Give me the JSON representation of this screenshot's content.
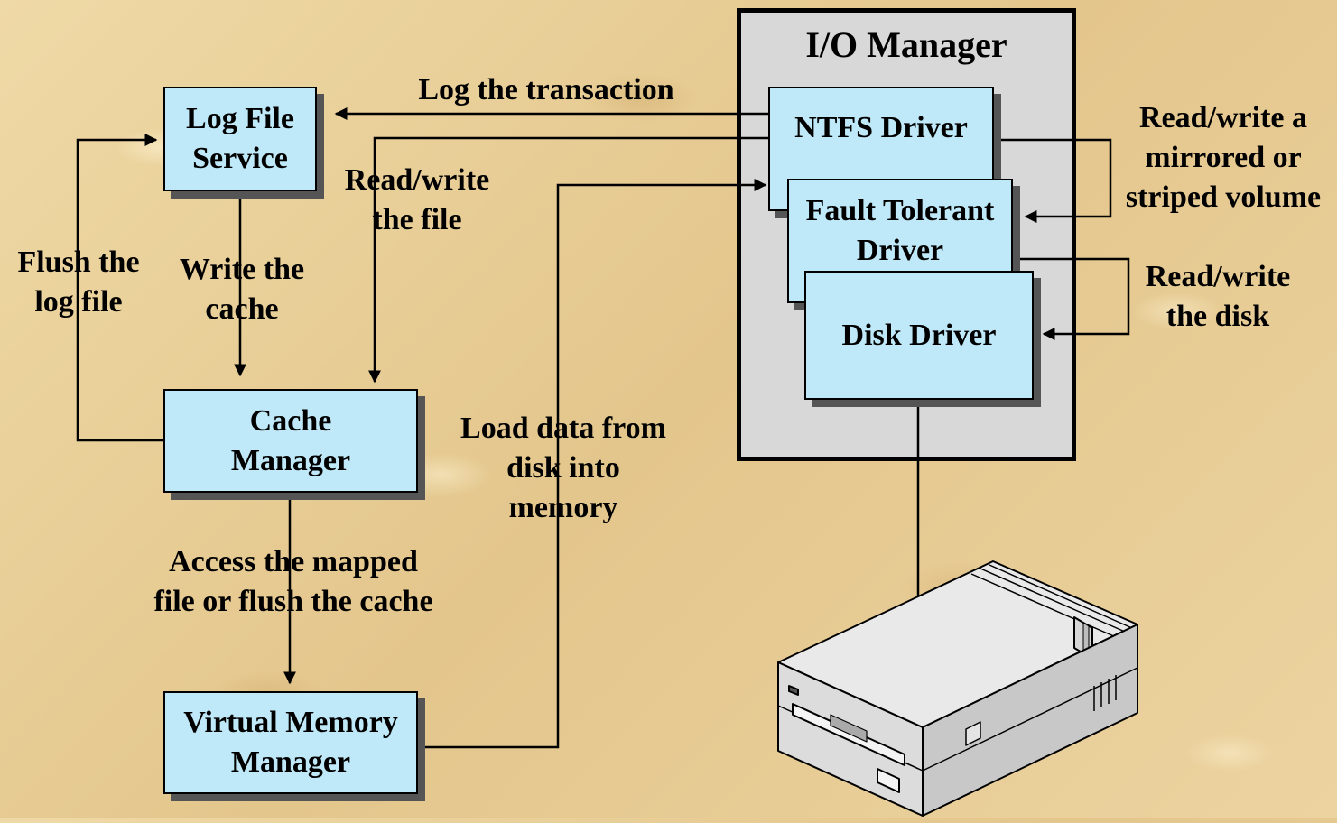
{
  "io_manager": {
    "title": "I/O Manager"
  },
  "components": {
    "log_file_service": {
      "line1": "Log File",
      "line2": "Service"
    },
    "cache_manager": {
      "line1": "Cache",
      "line2": "Manager"
    },
    "virtual_memory_manager": {
      "line1": "Virtual Memory",
      "line2": "Manager"
    },
    "ntfs_driver": {
      "label": "NTFS Driver"
    },
    "fault_tolerant_driver": {
      "line1": "Fault Tolerant",
      "line2": "Driver"
    },
    "disk_driver": {
      "label": "Disk Driver"
    }
  },
  "labels": {
    "log_transaction": "Log the transaction",
    "read_write_file": {
      "line1": "Read/write",
      "line2": "the file"
    },
    "flush_log": {
      "line1": "Flush the",
      "line2": "log file"
    },
    "write_cache": {
      "line1": "Write the",
      "line2": "cache"
    },
    "access_mapped": {
      "line1": "Access the mapped",
      "line2": "file or flush the cache"
    },
    "load_data": {
      "line1": "Load data from",
      "line2": "disk into",
      "line3": "memory"
    },
    "mirrored": {
      "line1": "Read/write a",
      "line2": "mirrored or",
      "line3": "striped volume"
    },
    "read_write_disk": {
      "line1": "Read/write",
      "line2": "the disk"
    }
  },
  "device": {
    "icon": "floppy-drive-icon"
  },
  "colors": {
    "background": "#e8cf9a",
    "component_fill": "#bfe9f8",
    "io_manager_fill": "#d8d8d8",
    "shadow": "#555555",
    "line": "#000000"
  }
}
